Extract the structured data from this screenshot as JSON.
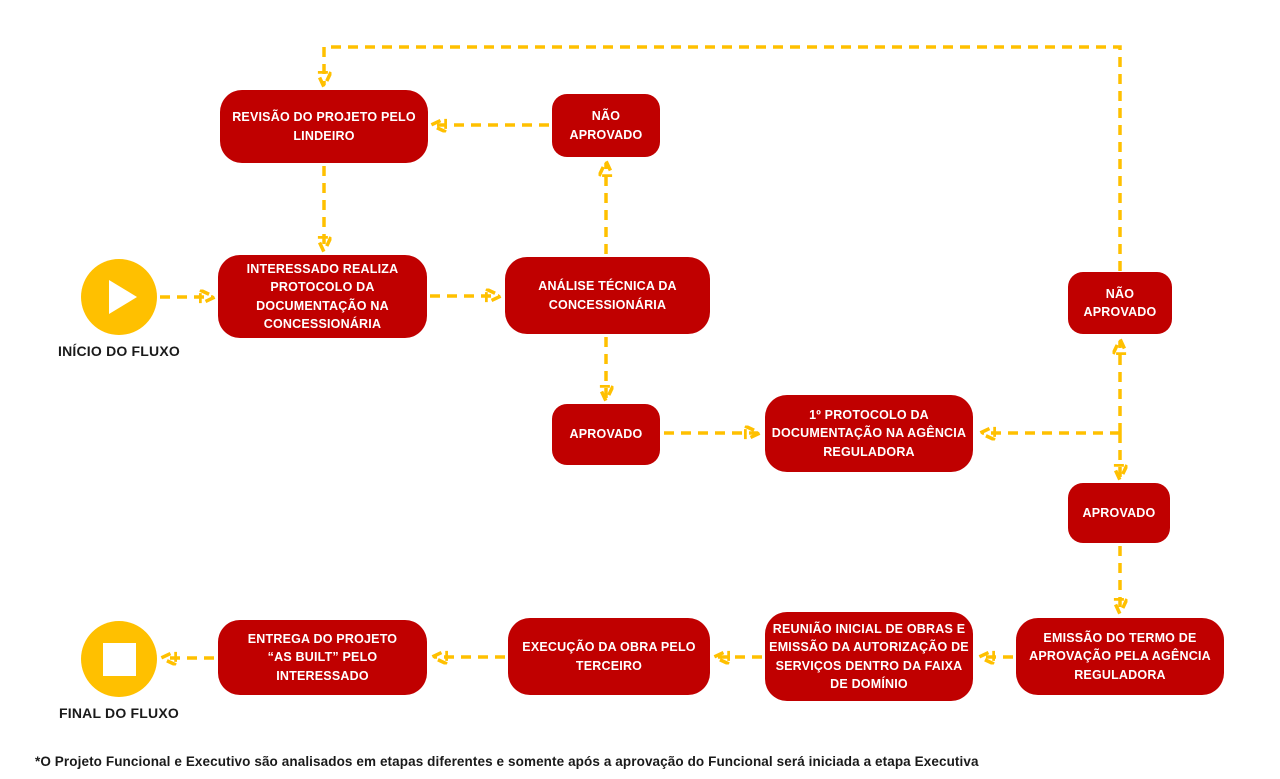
{
  "diagram": {
    "type": "flowchart",
    "colors": {
      "nodeBg": "#C00000",
      "nodeText": "#FFFFFF",
      "arrow": "#FFC000",
      "terminal": "#FFC000",
      "labelText": "#1A1A1A",
      "pageBg": "#FFFFFF"
    },
    "start": {
      "label": "INÍCIO DO FLUXO"
    },
    "end": {
      "label": "FINAL DO FLUXO"
    },
    "footnote": "*O Projeto Funcional e Executivo são analisados em etapas diferentes e somente após a aprovação do Funcional será iniciada a etapa Executiva",
    "nodes": [
      {
        "id": "revisao-projeto-lindeiro",
        "label": "REVISÃO DO PROJETO PELO\nLINDEIRO"
      },
      {
        "id": "nao-aprovado-concessionaria",
        "label": "NÃO\nAPROVADO"
      },
      {
        "id": "interessado-protocolo-concessionaria",
        "label": "INTERESSADO REALIZA\nPROTOCOLO DA\nDOCUMENTAÇÃO NA\nCONCESSIONÁRIA"
      },
      {
        "id": "analise-tecnica-concessionaria",
        "label": "ANÁLISE TÉCNICA DA\nCONCESSIONÁRIA"
      },
      {
        "id": "nao-aprovado-agencia",
        "label": "NÃO\nAPROVADO"
      },
      {
        "id": "aprovado-concessionaria",
        "label": "APROVADO"
      },
      {
        "id": "protocolo-agencia-reguladora",
        "label": "1º PROTOCOLO DA\nDOCUMENTAÇÃO NA AGÊNCIA\nREGULADORA"
      },
      {
        "id": "aprovado-agencia",
        "label": "APROVADO"
      },
      {
        "id": "emissao-termo-aprovacao",
        "label": "EMISSÃO DO TERMO DE\nAPROVAÇÃO PELA AGÊNCIA\nREGULADORA"
      },
      {
        "id": "reuniao-inicial-obras",
        "label": "REUNIÃO INICIAL DE OBRAS E\nEMISSÃO DA AUTORIZAÇÃO DE\nSERVIÇOS DENTRO DA FAIXA\nDE DOMÍNIO"
      },
      {
        "id": "execucao-obra-terceiro",
        "label": "EXECUÇÃO DA OBRA PELO\nTERCEIRO"
      },
      {
        "id": "entrega-projeto-as-built",
        "label": "ENTREGA DO PROJETO\n“AS BUILT” PELO INTERESSADO"
      }
    ],
    "edges": [
      {
        "from": "inicio-do-fluxo",
        "to": "interessado-protocolo-concessionaria"
      },
      {
        "from": "interessado-protocolo-concessionaria",
        "to": "analise-tecnica-concessionaria"
      },
      {
        "from": "analise-tecnica-concessionaria",
        "to": "nao-aprovado-concessionaria"
      },
      {
        "from": "nao-aprovado-concessionaria",
        "to": "revisao-projeto-lindeiro"
      },
      {
        "from": "revisao-projeto-lindeiro",
        "to": "interessado-protocolo-concessionaria"
      },
      {
        "from": "analise-tecnica-concessionaria",
        "to": "aprovado-concessionaria"
      },
      {
        "from": "aprovado-concessionaria",
        "to": "protocolo-agencia-reguladora"
      },
      {
        "from": "protocolo-agencia-reguladora",
        "to": "nao-aprovado-agencia"
      },
      {
        "from": "nao-aprovado-agencia",
        "to": "revisao-projeto-lindeiro"
      },
      {
        "from": "protocolo-agencia-reguladora",
        "to": "aprovado-agencia"
      },
      {
        "from": "aprovado-agencia",
        "to": "emissao-termo-aprovacao"
      },
      {
        "from": "emissao-termo-aprovacao",
        "to": "reuniao-inicial-obras"
      },
      {
        "from": "reuniao-inicial-obras",
        "to": "execucao-obra-terceiro"
      },
      {
        "from": "execucao-obra-terceiro",
        "to": "entrega-projeto-as-built"
      },
      {
        "from": "entrega-projeto-as-built",
        "to": "final-do-fluxo"
      }
    ]
  }
}
